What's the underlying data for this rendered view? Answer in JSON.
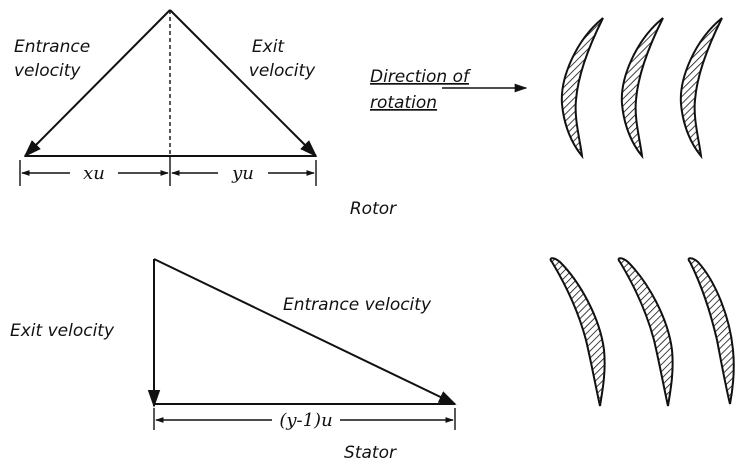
{
  "rotor": {
    "entrance_label_1": "Entrance",
    "entrance_label_2": "velocity",
    "exit_label_1": "Exit",
    "exit_label_2": "velocity",
    "xu_label": "xu",
    "yu_label": "yu",
    "direction_label_1": "Direction of",
    "direction_label_2": "rotation",
    "title": "Rotor"
  },
  "stator": {
    "exit_label": "Exit velocity",
    "entrance_label": "Entrance velocity",
    "base_label": "(y-1)u",
    "title": "Stator"
  }
}
